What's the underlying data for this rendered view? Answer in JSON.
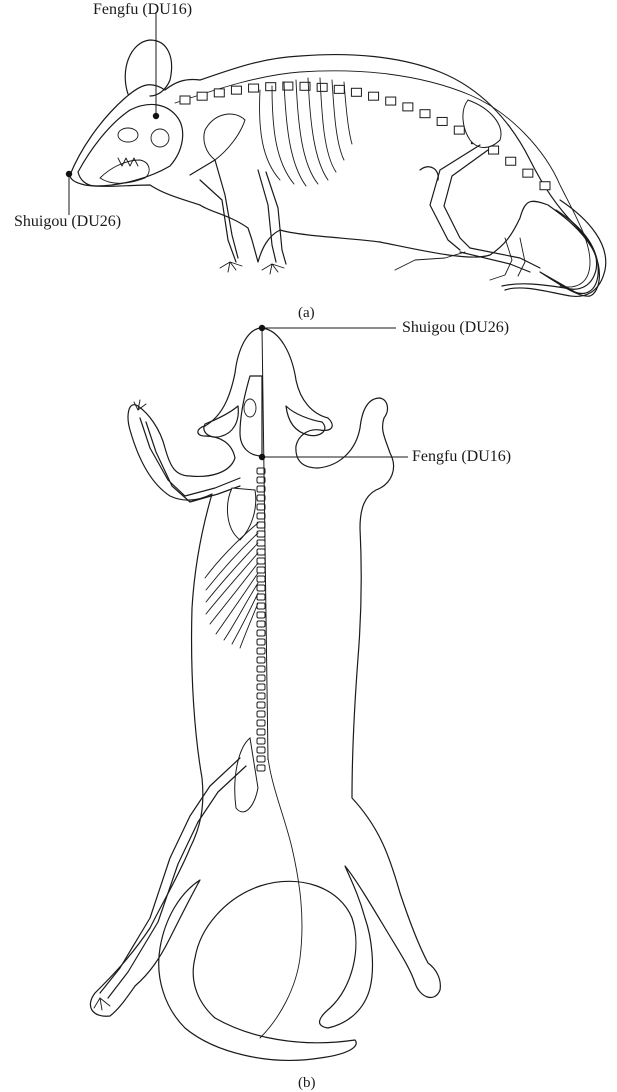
{
  "panel_a": {
    "caption": "(a)",
    "points": {
      "fengfu": "Fengfu (DU16)",
      "shuigou": "Shuigou (DU26)"
    }
  },
  "panel_b": {
    "caption": "(b)",
    "points": {
      "shuigou": "Shuigou (DU26)",
      "fengfu": "Fengfu (DU16)"
    }
  }
}
